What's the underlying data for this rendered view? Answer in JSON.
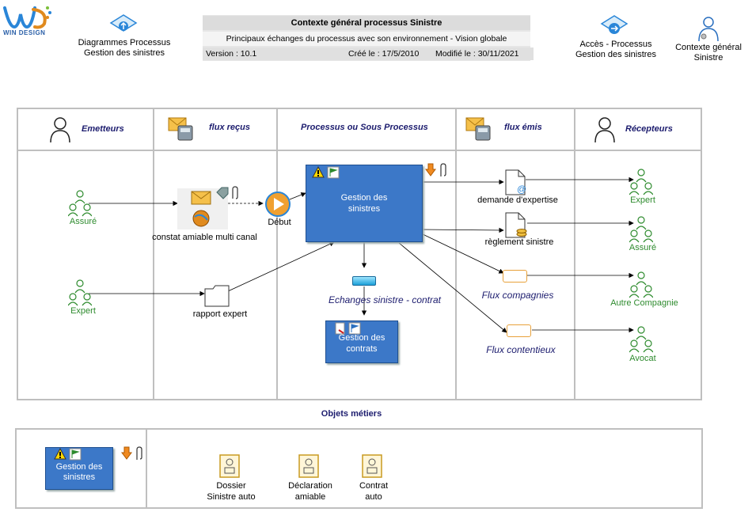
{
  "logo": {
    "mark": "WD",
    "name": "WIN DESIGN"
  },
  "nav": {
    "left": {
      "line1": "Diagrammes Processus",
      "line2": "Gestion des sinistres"
    },
    "access": {
      "line1": "Accès - Processus",
      "line2": "Gestion des sinistres"
    },
    "context": {
      "line1": "Contexte général",
      "line2": "Sinistre"
    }
  },
  "header": {
    "title": "Contexte général processus Sinistre",
    "subtitle": "Principaux échanges du processus avec son environnement - Vision globale",
    "version": "Version : 10.1",
    "created": "Créé le : 17/5/2010",
    "modified": "Modifié le : 30/11/2021"
  },
  "columns": {
    "emitters": "Emetteurs",
    "flux_in": "flux reçus",
    "process": "Processus ou Sous Processus",
    "flux_out": "flux émis",
    "receivers": "Récepteurs"
  },
  "emitters": [
    "Assuré",
    "Expert"
  ],
  "flux_in": {
    "constat": "constat amiable multi canal",
    "rapport": "rapport expert"
  },
  "start": "Début",
  "main_process": {
    "line1": "Gestion des",
    "line2": "sinistres"
  },
  "exchange": "Echanges sinistre - contrat",
  "sub_process": {
    "line1": "Gestion des",
    "line2": "contrats"
  },
  "flux_out": {
    "demande": "demande d'expertise",
    "reglement": "règlement sinistre",
    "compagnies": "Flux compagnies",
    "contentieux": "Flux contentieux"
  },
  "receivers": [
    "Expert",
    "Assuré",
    "Autre Compagnie",
    "Avocat"
  ],
  "business": {
    "title": "Objets métiers",
    "process": {
      "line1": "Gestion des",
      "line2": "sinistres"
    },
    "objects": [
      {
        "line1": "Dossier",
        "line2": "Sinistre auto"
      },
      {
        "line1": "Déclaration",
        "line2": "amiable"
      },
      {
        "line1": "Contrat",
        "line2": "auto"
      }
    ]
  },
  "colors": {
    "grid": "#bfbfbf",
    "process_fill": "#3c78c8",
    "actor": "#2e8b2e",
    "navy": "#1c1c6e",
    "flow_box": "#e8a13a"
  }
}
